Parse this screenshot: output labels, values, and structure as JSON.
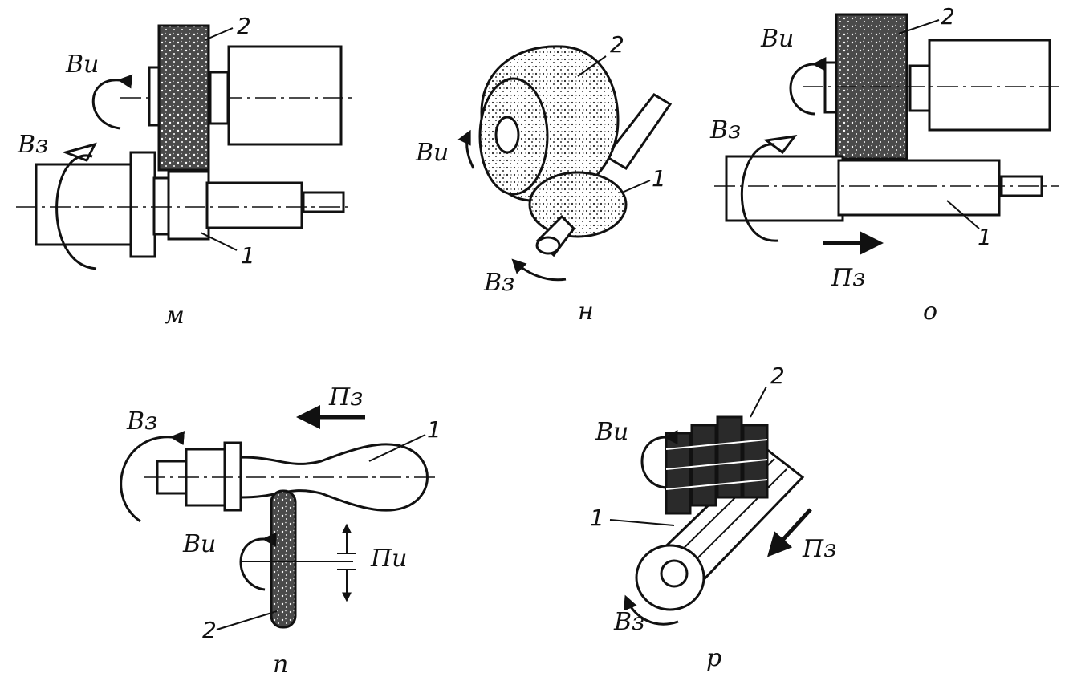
{
  "panels": {
    "m": {
      "caption": "м",
      "tool_rotation": "Ви",
      "work_rotation": "Вз",
      "tool_num": "2",
      "work_num": "1"
    },
    "n": {
      "caption": "н",
      "tool_rotation": "Ви",
      "work_rotation": "Вз",
      "tool_num": "2",
      "work_num": "1"
    },
    "o": {
      "caption": "о",
      "tool_rotation": "Ви",
      "work_rotation": "Вз",
      "work_feed": "Пз",
      "tool_num": "2",
      "work_num": "1"
    },
    "p": {
      "caption": "п",
      "tool_rotation": "Ви",
      "work_rotation": "Вз",
      "work_feed": "Пз",
      "tool_feed": "Пи",
      "tool_num": "2",
      "work_num": "1"
    },
    "r": {
      "caption": "р",
      "tool_rotation": "Ви",
      "work_rotation": "Вз",
      "work_feed": "Пз",
      "tool_num": "2",
      "work_num": "1"
    }
  },
  "colors": {
    "ink": "#111111",
    "wheel": "#2a2a2a",
    "paper": "#ffffff"
  }
}
